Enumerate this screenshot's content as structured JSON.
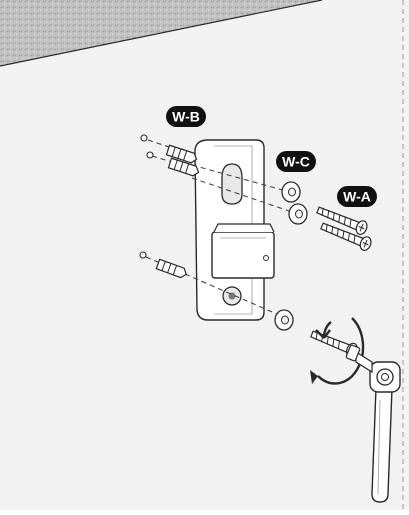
{
  "labels": {
    "wall_anchor_callout": "W-B",
    "washer_callout": "W-C",
    "screw_callout": "W-A"
  },
  "colors": {
    "wall_face": "#f2f2f2",
    "ceiling_texture": "#c9c9c9",
    "outline": "#2a2a2a",
    "badge_fill": "#111111",
    "badge_text": "#ffffff",
    "guide_line": "#444444"
  },
  "icons": {
    "rotate_arrow": "rotate-arrow-icon",
    "ratchet_wrench": "ratchet-wrench-icon"
  }
}
